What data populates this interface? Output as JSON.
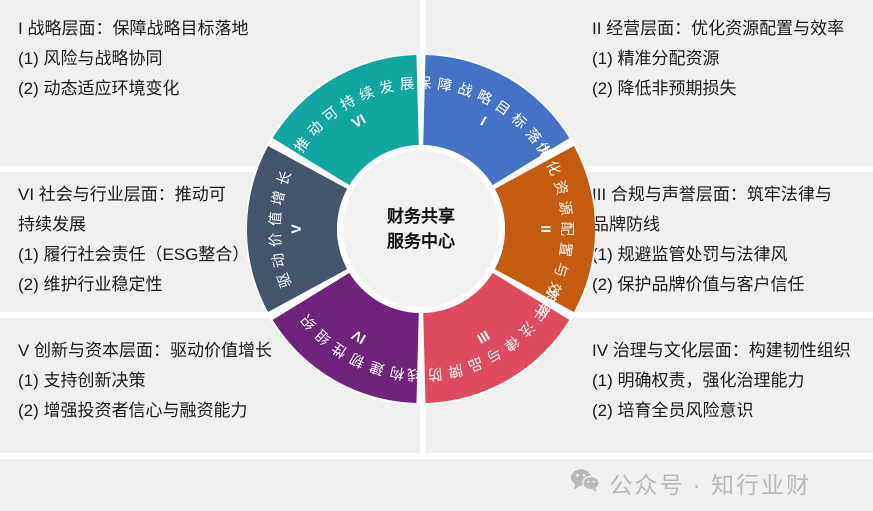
{
  "background": {
    "page_color": "#ffffff",
    "panel_color": "#f0f0f0"
  },
  "hub": {
    "line1": "财务共享",
    "line2": "服务中心"
  },
  "footer": {
    "icon": "wechat-icon",
    "text": "公众号 · 知行业财"
  },
  "panels": [
    {
      "numeral": "I",
      "title": "I 战略层面：保障战略目标落地",
      "items": [
        "(1) 风险与战略协同",
        "(2) 动态适应环境变化"
      ],
      "color": "#4472c4"
    },
    {
      "numeral": "II",
      "title": "II 经营层面：优化资源配置与效率",
      "items": [
        "(1)  精准分配资源",
        "(2)  降低非预期损失"
      ],
      "color": "#c55a11"
    },
    {
      "numeral": "III",
      "title_line1": "III 合规与声誉层面：筑牢法律与",
      "title_line2": "品牌防线",
      "items": [
        "(1) 规避监管处罚与法律风",
        "(2) 保护品牌价值与客户信任"
      ],
      "color": "#e04a5f"
    },
    {
      "numeral": "IV",
      "title": "IV 治理与文化层面：构建韧性组织",
      "items": [
        "(1) 明确权责，强化治理能力",
        "(2) 培育全员风险意识"
      ],
      "color": "#70237d"
    },
    {
      "numeral": "V",
      "title": "V 创新与资本层面：驱动价值增长",
      "items": [
        "(1) 支持创新决策",
        "(2) 增强投资者信心与融资能力"
      ],
      "color": "#44546a"
    },
    {
      "numeral": "VI",
      "title_line1": "VI 社会与行业层面：推动可",
      "title_line2": "持续发展",
      "items": [
        "(1) 履行社会责任（ESG整合）",
        "(2) 维护行业稳定性"
      ],
      "color": "#11a6a0"
    }
  ],
  "chart_data": {
    "type": "pie",
    "title": "财务共享服务中心",
    "subtype": "donut-6-equal-segments",
    "legend": "none",
    "outer_radius": 174,
    "inner_radius": 84,
    "gap_degrees": 3,
    "segments": [
      {
        "numeral": "I",
        "label": "保障战略目标落地",
        "value": 16.67,
        "start_angle": -90,
        "end_angle": -30,
        "color": "#4472c4"
      },
      {
        "numeral": "II",
        "label": "优化资源配置与效率",
        "value": 16.67,
        "start_angle": -30,
        "end_angle": 30,
        "color": "#c55a11"
      },
      {
        "numeral": "III",
        "label": "筑牢法律与品牌防线",
        "value": 16.67,
        "start_angle": 30,
        "end_angle": 90,
        "color": "#e04a5f"
      },
      {
        "numeral": "IV",
        "label": "构建韧性组织",
        "value": 16.67,
        "start_angle": 90,
        "end_angle": 150,
        "color": "#70237d"
      },
      {
        "numeral": "V",
        "label": "驱动价值增长",
        "value": 16.67,
        "start_angle": 150,
        "end_angle": 210,
        "color": "#44546a"
      },
      {
        "numeral": "VI",
        "label": "推动可持续发展",
        "value": 16.67,
        "start_angle": 210,
        "end_angle": 270,
        "color": "#11a6a0"
      }
    ]
  }
}
